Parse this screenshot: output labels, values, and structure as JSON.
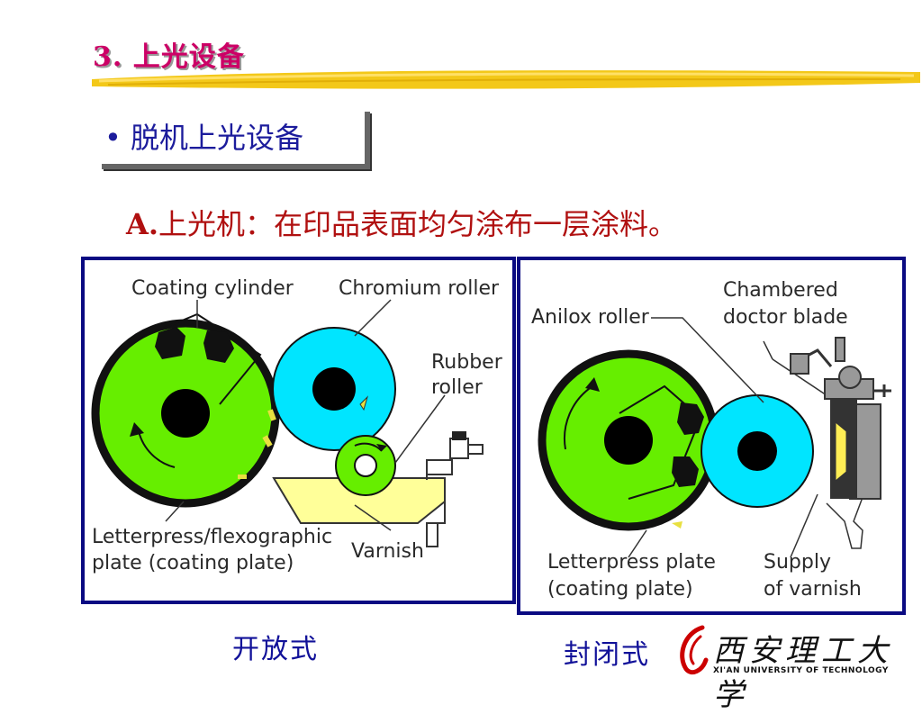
{
  "header": {
    "title": "3. 上光设备",
    "bullet": "• 脱机上光设备",
    "subtitle_prefix": "A.",
    "subtitle_text": "上光机：在印品表面均匀涂布一层涂料。"
  },
  "diagram_left": {
    "caption": "开放式",
    "labels": {
      "coating_cylinder": "Coating cylinder",
      "chromium_roller": "Chromium roller",
      "rubber_roller_1": "Rubber",
      "rubber_roller_2": "roller",
      "plate_1": "Letterpress/flexographic",
      "plate_2": "plate (coating plate)",
      "varnish": "Varnish"
    }
  },
  "diagram_right": {
    "caption": "封闭式",
    "labels": {
      "anilox_roller": "Anilox roller",
      "doctor_blade_1": "Chambered",
      "doctor_blade_2": "doctor blade",
      "plate_1": "Letterpress plate",
      "plate_2": "(coating plate)",
      "supply_1": "Supply",
      "supply_2": "of varnish"
    }
  },
  "logo": {
    "name": "西安理工大学",
    "english": "XI'AN UNIVERSITY OF TECHNOLOGY"
  },
  "colors": {
    "title": "#cc0066",
    "bullet": "#1c1c9c",
    "subtitle": "#b01010",
    "panel_border": "#0a0a82",
    "cylinder_green": "#66ee00",
    "roller_cyan": "#00e5ff",
    "varnish_yellow": "#ffff99"
  }
}
